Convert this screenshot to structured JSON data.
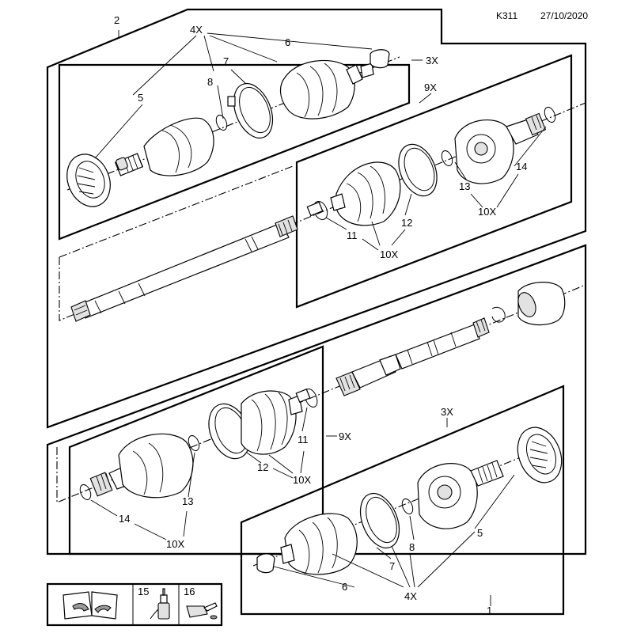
{
  "header": {
    "code": "K311",
    "date": "27/10/2020"
  },
  "callouts": {
    "assembly_top": "2",
    "assembly_bottom": "1",
    "upper_kit_qty": "4X",
    "item_6": "6",
    "item_7": "7",
    "item_8": "8",
    "item_5": "5",
    "qty_3x_top": "3X",
    "qty_9x_top": "9X",
    "item_14_top": "14",
    "item_13_top": "13",
    "qty_10x_a": "10X",
    "item_12_top": "12",
    "item_11_top": "11",
    "qty_10x_b": "10X",
    "item_11_bot": "11",
    "qty_9x_bot": "9X",
    "item_12_bot": "12",
    "qty_10x_c": "10X",
    "item_13_bot": "13",
    "item_14_bot": "14",
    "qty_10x_d": "10X",
    "qty_3x_bot": "3X",
    "item_5_bot": "5",
    "item_8_bot": "8",
    "item_7_bot": "7",
    "item_6_bot": "6",
    "lower_kit_qty": "4X"
  },
  "legend": {
    "item_15": "15",
    "item_16": "16"
  },
  "icons": [
    "manual-book-icon",
    "grease-tube-icon",
    "oil-can-icon"
  ]
}
